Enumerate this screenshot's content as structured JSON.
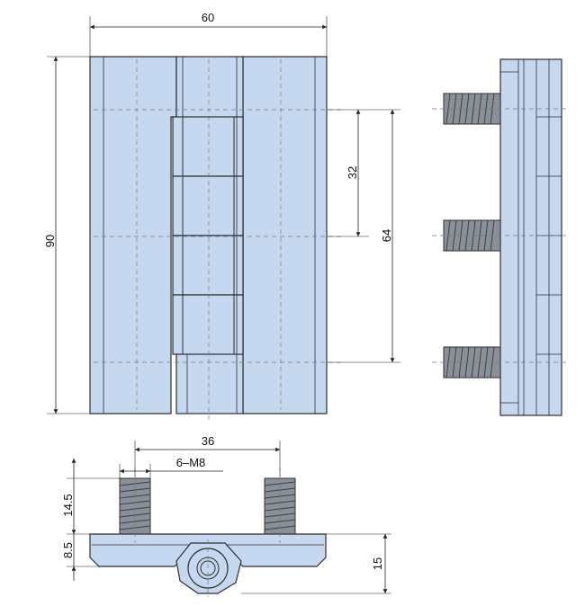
{
  "dimensions": {
    "width_total": "60",
    "height_total": "90",
    "hole_spacing_small": "32",
    "hole_spacing_large": "64",
    "bolt_spacing": "36",
    "thread_spec": "6–M8",
    "bolt_length": "14.5",
    "plate_thickness": "8.5",
    "overall_depth": "15"
  },
  "views": [
    "front-view",
    "side-view",
    "bottom-view"
  ],
  "colors": {
    "body": "#c6d8ef",
    "bolt": "#8a9097",
    "line": "#2f2f2f"
  }
}
